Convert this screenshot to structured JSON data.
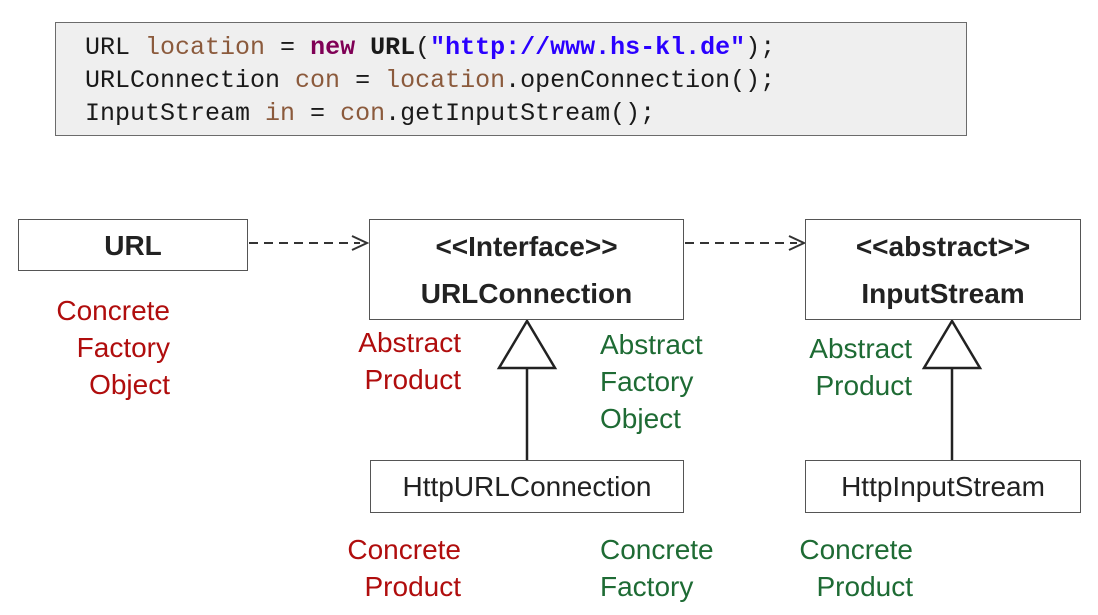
{
  "code": {
    "line1": {
      "t1": "URL ",
      "t2": "location",
      "t3": " = ",
      "t4": "new",
      "t5": " ",
      "t6": "URL",
      "t7": "(",
      "t8": "\"http://www.hs-kl.de\"",
      "t9": ");"
    },
    "line2": {
      "t1": "URLConnection ",
      "t2": "con",
      "t3": " = ",
      "t4": "location",
      "t5": ".openConnection();"
    },
    "line3": {
      "t1": "InputStream ",
      "t2": "in",
      "t3": " = ",
      "t4": "con",
      "t5": ".getInputStream();"
    }
  },
  "boxes": {
    "url": "URL",
    "url_connection_stereotype": "<<Interface>>",
    "url_connection_name": "URLConnection",
    "input_stream_stereotype": "<<abstract>>",
    "input_stream_name": "InputStream",
    "http_url_connection": "HttpURLConnection",
    "http_input_stream": "HttpInputStream"
  },
  "labels": {
    "url_role": [
      "Concrete",
      "Factory",
      "Object"
    ],
    "url_connection_product_role": [
      "Abstract",
      "Product"
    ],
    "url_connection_factory_role": [
      "Abstract",
      "Factory",
      "Object"
    ],
    "input_stream_role": [
      "Abstract",
      "Product"
    ],
    "http_url_connection_product_role": [
      "Concrete",
      "Product"
    ],
    "http_url_connection_factory_role": [
      "Concrete",
      "Factory"
    ],
    "http_input_stream_role": [
      "Concrete",
      "Product"
    ]
  },
  "colors": {
    "product_role": "#b00d0d",
    "factory_role": "#1e6b34",
    "code_background": "#efefef"
  }
}
